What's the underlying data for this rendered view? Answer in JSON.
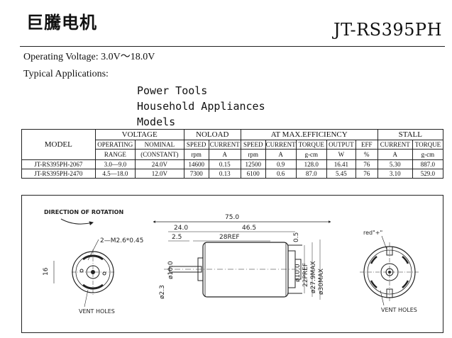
{
  "header": {
    "company": "巨騰电机",
    "model": "JT-RS395PH"
  },
  "specs": {
    "voltage_line": "Operating Voltage: 3.0V～18.0V",
    "applications_label": "Typical Applications:",
    "applications": [
      "Power Tools",
      "Household Appliances",
      "Models"
    ]
  },
  "table": {
    "model_header": "MODEL",
    "groups": {
      "voltage": "VOLTAGE",
      "noload": "NOLOAD",
      "efficiency": "AT MAX.EFFICIENCY",
      "stall": "STALL"
    },
    "subheaders": {
      "operating": "OPERATING",
      "nominal": "NOMINAL",
      "speed": "SPEED",
      "current": "CURRENT",
      "torque": "TORQUE",
      "output": "OUTPUT",
      "eff": "EFF"
    },
    "units": {
      "range": "RANGE",
      "constant": "(CONSTANT)",
      "rpm": "rpm",
      "amp": "A",
      "gcm": "g-cm",
      "watt": "W",
      "percent": "%"
    },
    "rows": [
      {
        "model": "JT-RS395PH-2067",
        "operating": "3.0—9.0",
        "nominal": "24.0V",
        "nl_speed": "14600",
        "nl_current": "0.15",
        "me_speed": "12500",
        "me_current": "0.9",
        "me_torque": "128.0",
        "me_output": "16.41",
        "me_eff": "76",
        "st_current": "5.30",
        "st_torque": "887.0"
      },
      {
        "model": "JT-RS395PH-2470",
        "operating": "4.5—18.0",
        "nominal": "12.0V",
        "nl_speed": "7300",
        "nl_current": "0.13",
        "me_speed": "6100",
        "me_current": "0.6",
        "me_torque": "87.0",
        "me_output": "5.45",
        "me_eff": "76",
        "st_current": "3.10",
        "st_torque": "529.0"
      }
    ]
  },
  "drawing": {
    "rotation_label": "DIRECTION OF ROTATION",
    "screw_label": "2—M2.6*0.45",
    "vent_holes_left": "VENT HOLES",
    "vent_holes_right": "VENT HOLES",
    "polarity_label": "red\"+\"",
    "dims": {
      "total_length": "75.0",
      "shaft_length": "24.0",
      "body_length": "46.5",
      "flange": "2.5",
      "ref": "28REF",
      "tip": "0.5",
      "left_height": "16",
      "shaft_dia": "ø2.3",
      "boss_dia": "ø10.0",
      "boss_dia_right": "ø10.0",
      "pref": "22PREF",
      "body_max": "ø27.9MAX",
      "can_max": "ø30MAX"
    }
  }
}
